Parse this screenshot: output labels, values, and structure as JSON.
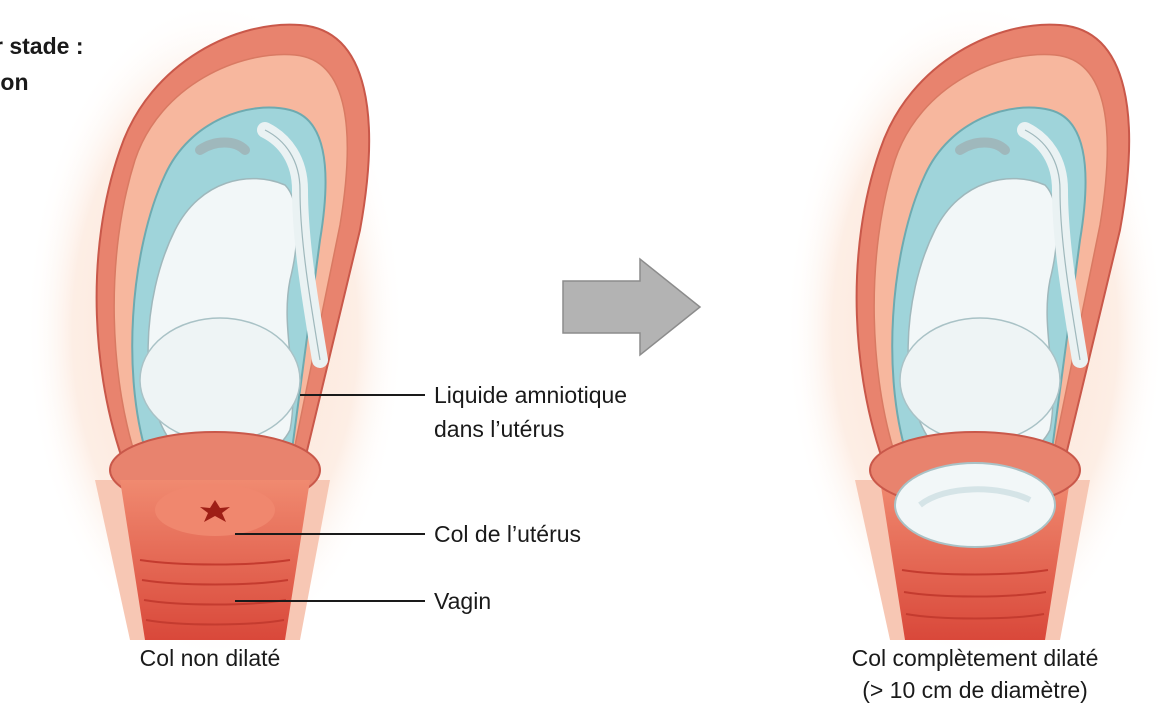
{
  "title_lines": [
    "r stade :",
    "ion"
  ],
  "labels": {
    "amniotic_line1": "Liquide amniotique",
    "amniotic_line2": "dans l’utérus",
    "cervix": "Col de l’utérus",
    "vagina": "Vagin"
  },
  "captions": {
    "left": "Col non dilaté",
    "right_line1": "Col complètement dilaté",
    "right_line2": "(> 10 cm de diamètre)"
  },
  "colors": {
    "wall": "#e8836e",
    "wall_dark": "#c9584a",
    "fat": "#f7b79e",
    "amniotic": "#9fd4da",
    "fetus": "#f2f7f8",
    "cervix": "#e8604a",
    "arrow": "#b3b3b3",
    "glow": "#fbe3d5"
  }
}
